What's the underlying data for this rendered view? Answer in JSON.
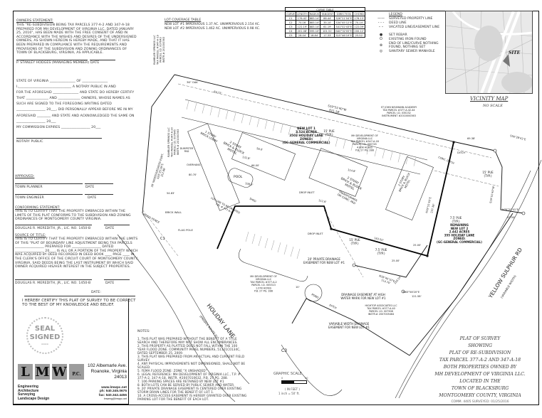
{
  "owners_statement": {
    "heading": "OWNERS STATEMENT:",
    "body": "THIS \"RE-SUBDIVISION BEING TAX PARCELS 377-A-2 AND 347-A-18 PREPARED FOR MH DEVELOPMENT OF VIRGINIA LLC, DATED JANUARY 25, 2016\", HAS BEEN MADE WITH THE FREE CONSENT OF AND IN ACCORDANCE WITH THE WISHES AND DESIRES OF THE UNDERSIGNED OWNERS, AS SHOWN HEREON IS HEREBY MADE, AND THAT IT HAS BEEN PREPARED IN COMPLIANCE WITH THE REQUIREMENTS AND PROVISIONS OF THE SUBDIVISION AND ZONING ORDINANCES OF TOWN OF BLACKSBURG, VIRGINIA, AS APPLICABLE.",
    "signer": "P. STANLEY HODGES (MANAGING MEMBER)",
    "date_label": "DATE"
  },
  "notary": {
    "lines": [
      "STATE OF VIRGINIA _______________ OF _______________",
      "I,_______________________________ A NOTARY PUBLIC IN AND",
      "FOR THE AFORESAID _______________ AND STATE DO HEREBY CERTIFY",
      "THAT _____________ AND _____________ OWNERS, WHOSE NAMES AS",
      "SUCH ARE SIGNED TO THE FOREGOING WRITING DATED",
      "_________________ 20___, DID PERSONALLY APPEAR BEFORE ME IN MY",
      "AFORESAID ________ AND STATE AND ACKNOWLEDGED THE SAME ON",
      "_________________ 20___",
      "MY COMMISSION EXPIRES _________________ 20___"
    ],
    "notary_public": "NOTARY PUBLIC"
  },
  "approved": {
    "heading": "APPROVED:",
    "town_planner": "TOWN PLANNER",
    "town_engineer": "TOWN ENGINEER",
    "date_label": "DATE"
  },
  "conforming_statement": {
    "heading": "CONFORMING STATEMENT:",
    "body": "THIS IS TO CERTIFY THAT THE PROPERTY EMBRACED WITHIN THE LIMITS OF THIS PLAT CONFORMS TO THE SUBDIVISION AND ZONING ORDINANCES OF MONTGOMERY COUNTY VIRGINIA.",
    "signer": "DOUGLAS R. MEREDITH, JR.,    LIC. NO. 1450-B",
    "date_label": "DATE"
  },
  "source_of_title": {
    "heading": "SOURCE OF TITLE:",
    "body": "THIS IS TO CERTIFY THAT THE PROPERTY EMBRACED WITHIN THE LIMITS OF THIS \"PLAT OF BOUNDARY LINE ADJUSTMENT BEING TAX PARCELS _________________ PREPARED FOR _________________ DATED _________________ 20___, IS ALL OR A PORTION OF THE PROPERTY WHICH WAS ACQUIRED BY DEED RECORDED IN DEED BOOK ____ PAGE ____ IN THE CLERK'S OFFICE OF THE CIRCUIT COURT OF MONTGOMERY COUNTY, VIRGINIA, SAID DEEDS BEING THE LAST INSTRUMENT BY WHICH SAID OWNER ACQUIRED HIS/HER INTEREST IN THE SUBJECT PROPERTIES.",
    "signer": "DOUGLAS R. MEREDITH, JR.,    LIC. NO. 1450-B",
    "date_label": "DATE"
  },
  "certification": {
    "date_label": "DATE:",
    "body": "I HEREBY CERTIFY THIS PLAT OF SURVEY TO BE CORRECT TO THE BEST OF MY KNOWLEDGE AND BELIEF."
  },
  "seal": {
    "line1": "SEAL",
    "line2": "SIGNED",
    "line3": "----"
  },
  "firm": {
    "logo_letters": [
      "L",
      "M",
      "W",
      "P.C."
    ],
    "address1": "102 Albemarle Ave.",
    "address2": "Roanoke, Virginia",
    "zip": "24013",
    "services": [
      "Engineering",
      "Architecture",
      "Surveying",
      "Landscape Design"
    ],
    "web": "www.lmwpc.net",
    "phone": "ph: 540.345.0675",
    "fax": "fax: 540.342.4456",
    "email": "lmweng@lmwpc.net"
  },
  "lot_coverage": {
    "heading": "LOT COVERAGE TABLE",
    "rows": [
      "NEW LOT #1 IMPERVIOUS 1.37 AC. UNIMPERVIOUS 2.154 AC.",
      "NEW LOT #2 IMPERVIOUS 1.462 AC. UNIMPERVIOUS 0.98 AC."
    ]
  },
  "curve_table": {
    "title": "CURVE TABLE",
    "columns": [
      "CURVE",
      "LENGTH",
      "RADIUS",
      "TANGENT",
      "DIRECTION",
      "CHORD"
    ],
    "rows": [
      [
        "C1",
        "176.42'",
        "883.14'",
        "88.44'",
        "S26°21'04\"E",
        "176.13'"
      ],
      [
        "C2",
        "70.16'",
        "883.14'",
        "35.10'",
        "S34°45'12\"E",
        "70.14'"
      ],
      [
        "C3",
        "122.19'",
        "883.14'",
        "61.19'",
        "S41°02'43\"E",
        "122.09'"
      ],
      [
        "C4",
        "201.08'",
        "595.10'",
        "101.51'",
        "N40°32'05\"E",
        "200.12'"
      ],
      [
        "C5",
        "28.04'",
        "18.84'",
        "17.33'",
        "S15°46'19\"E",
        "25.52'"
      ]
    ]
  },
  "legend": {
    "heading": "LEGEND",
    "items": [
      {
        "symbol": "solid-line",
        "label": "SURVEYED PROPERTY LINE"
      },
      {
        "symbol": "dashed-line",
        "label": "DEED LINE"
      },
      {
        "symbol": "long-dash-line",
        "label": "VACATED LINE/EASEMENT LINE"
      },
      {
        "symbol": "filled-dot",
        "label": "SET REBAR"
      },
      {
        "symbol": "open-circle",
        "label": "EXISTING IRON FOUND"
      },
      {
        "symbol": "crossed-circle",
        "label": "END OF LINE/CURVE NOTHING FOUND, NOTHING SET"
      },
      {
        "symbol": "manhole-circle",
        "label": "SANITARY SEWER MANHOLE"
      }
    ]
  },
  "vicinity_map": {
    "site_label": "SITE",
    "title": "VICINITY MAP",
    "subtitle": "NO SCALE"
  },
  "plat_labels": {
    "top_bearing": "S19°51'40\"W",
    "top_distance": "611.18'",
    "st_john": [
      "ST JOHN NEUMANN ACADEMY",
      "TAX PARCEL #377-A-42-44",
      "PARCEL I.D. 035232",
      "INSTRUMENT #2010000363"
    ],
    "new_lot1": [
      "NEW LOT 1",
      "3.524 ACRES",
      "3503 HOLIDAY LANE",
      "ZONED:",
      "(GC-GENERAL COMMERCIAL)"
    ],
    "mh_parcel_18": [
      "MH DEVELOPMENT OF",
      "VIRGINIA LLC",
      "TAX PARCEL #347-A-18",
      "PARCEL I.D. 000745",
      "4.808 ACRES",
      "P.B. 27 PG. 288"
    ],
    "mh_parcel_2": [
      "MH DEVELOPMENT OF",
      "VIRGINIA LLC",
      "TAX PARCEL #377-A-2",
      "PARCEL I.D. 005313",
      "1.078 ACRES",
      "P.B. 27 PG. 288"
    ],
    "remaining_lot2": [
      "REMAINING",
      "NEW LOT 2",
      "2.442 ACRES",
      "355 HOLIDAY LANE",
      "ZONED:",
      "(GC-GENERAL COMMERCIAL)"
    ],
    "hightop": [
      "HIGHTOP ASSOCIATES LLC",
      "TAX PARCEL #377-A-40",
      "PARCEL I.D. 007908",
      "INSTR.# 2007005464"
    ],
    "rambler": [
      "RAMBLER SPRINGS LLC",
      "TAX PARCEL #347-A-19",
      "PARCEL I.D. 007643",
      "INSTR.# 201000363"
    ],
    "rambler2": [
      "RAMBLER SPRINGS LLC",
      "TAX PARCEL #347-A-20",
      "PARCEL I.D. 007645",
      "INSTR.# 201000363"
    ],
    "motel1": [
      "2 STORY",
      "BRICK & BLOCK",
      "MOTEL"
    ],
    "motel2": [
      "2 STORY",
      "BRICK & BLOCK",
      "MOTEL"
    ],
    "motel3": [
      "2 STORY",
      "BRICK & BLOCK",
      "MOTEL"
    ],
    "lobby": [
      "1 STORY",
      "BRICK LOBBY"
    ],
    "pool": "POOL",
    "drop_inlet": "DROP INLET",
    "drop_inlet2": "DROP INLET",
    "transformer": [
      "TRANSFORMER",
      "ON CONC. PAD"
    ],
    "lot_line_vacated": [
      "LOT LINE TO BE VACATED",
      "T.M. # 377-A-2"
    ],
    "shed": "SHED",
    "brick_wall": "BRICK WALL",
    "flag_pole": "FLAG POLE",
    "wood_fence": "WOOD FENCE",
    "dumpster": [
      "DUMPSTER",
      "PAD"
    ],
    "overhang": "OVERHANG",
    "pue15": [
      "15' PUE",
      "(TYP.)"
    ],
    "pue15b": [
      "15' PUE",
      "(TYP.)"
    ],
    "pue15c": [
      "15' PUE",
      "(TYP.)"
    ],
    "pue75": [
      "7.5' PUE",
      "(TYP.)"
    ],
    "pue75b": [
      "7.5' PUE",
      "(TYP.)"
    ],
    "ditch": "DITCH",
    "ditch2": "DITCH",
    "conc_ditch": "CONC. DITCH",
    "pond": "POND",
    "private_drainage": [
      "20' PRIVATE DRAINAGE",
      "EASEMENT FOR NEW LOT #1"
    ],
    "drainage_high_water": [
      "DRAINAGE EASEMENT AT HIGH",
      "WATER MARK FOR NEW LOT #1"
    ],
    "variable_drainage": [
      "VARIABLE WIDTH DRAINAGE",
      "EASEMENT FOR NEW LOT #1"
    ],
    "ingress_esmt": [
      "30' INGRESS/EGRESS ESMT.",
      "S20°25'29\"E",
      "312.68'"
    ],
    "holiday_lane": "HOLIDAY LANE",
    "holiday_lane_sub": "(PRIVATE ROUTE 8)",
    "yellow_sulphur": "YELLOW SULPHUR RD",
    "yellow_sulphur_sub": "(VARIABLE WIDTH)",
    "dims": {
      "d1": "83.72'",
      "d2": "69.38'",
      "d3": "237.38'",
      "d4": "163.50'",
      "d5": "25.00'",
      "d6": "25.00'",
      "d7": "114.70'",
      "d8": "121.58'",
      "d9": "43.50'",
      "d10": "159.10'",
      "d11": "10'",
      "d12": "132.8'",
      "d13": "108.3'",
      "d14": "114.8'",
      "d15": "112.6'",
      "d16": "56.0'",
      "d17": "66.00'",
      "d18": "80.70'",
      "d19": "54.83'",
      "b1": "N28°40'10\"E",
      "b2": "N19°51'40\"E",
      "b3": "N63°58'20\"E",
      "b4": "S19°51'40\"W",
      "b5": "S56°28'41\"E",
      "b6": "N70°20'41\"E"
    },
    "oak": "36\" OAK",
    "curve_c3": "C3",
    "curve_c1": "C1"
  },
  "notes": {
    "heading": "NOTES:",
    "items": [
      "1.  THIS PLAT WAS PREPARED WITHOUT THE BENEFIT OF A TITLE\n     SEARCH AND THEREFORE MAY NOT SHOW ALL ENCUMBRANCES.",
      "2.  THIS PROPERTY AS PLATTED DOES NOT FALL WITHIN THE 100\n     YEAR FLOOD ZONE. COMMUNITY PANEL NUMBERS, 51121C0134C,\n     DATED SEPTEMBER 25, 2009.",
      "3.  THIS PLAT WAS PREPARED FROM AN ACTUAL AND CURRENT FIELD\n     SURVEY.",
      "4.  ANY PHYSICAL IMPROVEMENTS NOT DIMENSIONED, SHALL NOT BE\n     SCALED.",
      "5.  FEMA FLOOD ZONE: ZONE \"X UNSHADED\"",
      "6.  LEGAL REFERENCE: MH DEVELOPMENT OF VIRGINIA LLC., T.P. #\n     377-A-2, 347-A-18, INSTR. #2007010632, P.B. 27 PG. 288.",
      "7.  106 PARKING SPACES ARE RETAINED BY NEW LOT #1",
      "8.  BOTH LOTS CAN BE SERVED BY PUBLIC SEWER AND WATER.",
      "9.  20' PRIVATE DRAINAGE EASEMENT IS CENTERED OVER EXISTING\n     STORM DRAIN LINES FOR THE BENEFIT OF LOT 1.",
      "10. A CROSS-ACCESS EASEMENT IS HEREBY GRANTED OVER EXISTING\n     PARKING LOT FOR THE BENEFIT OF EACH LOT."
    ]
  },
  "graphic_scale": {
    "title": "GRAPHIC SCALE",
    "zero": "0",
    "max": "50",
    "units": "( IN FEET )",
    "ratio": "1 inch = 50' ft."
  },
  "title_block": {
    "lines": [
      "PLAT OF SURVEY",
      "SHOWING",
      "PLAT OF RE-SUBDIVISION",
      "TAX PARCEL 377-A-2 AND 347-A-18",
      "BOTH PROPERTIES OWNED BY",
      "MH DEVELOPMENT OF VIRGINIA LLC.",
      "LOCATED IN THE",
      "TOWN OF BLACKSBURG",
      "MONTGOMERY COUNTY, VIRGINIA"
    ],
    "comm": "COMM. 4405   SURVEYED: 01/25/2016"
  }
}
